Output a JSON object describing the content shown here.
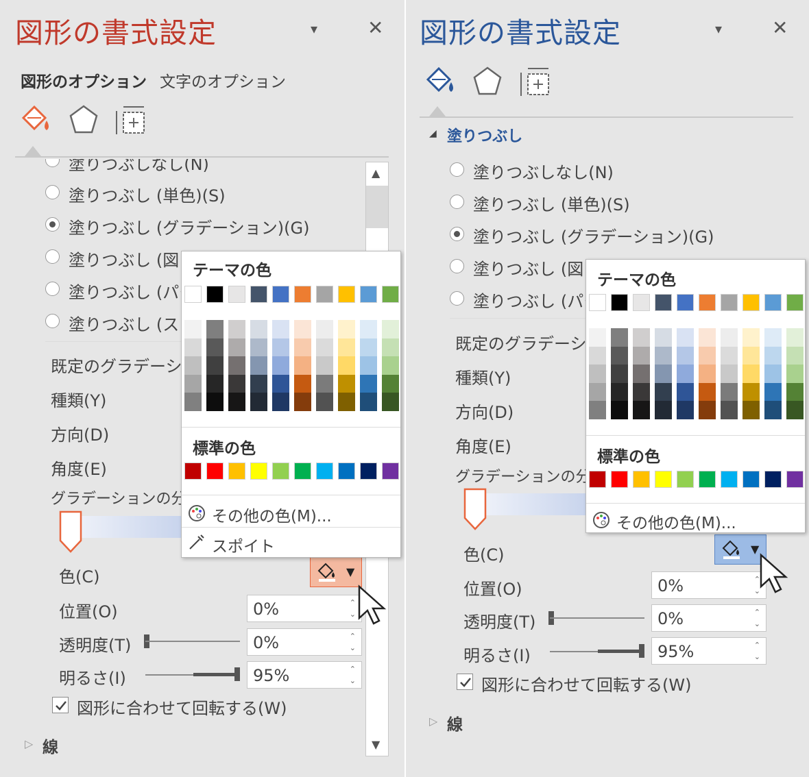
{
  "left": {
    "title": "図形の書式設定",
    "tab_shape": "図形のオプション",
    "tab_text": "文字のオプション",
    "fill_options": [
      {
        "label": "塗りつぶしなし(N)",
        "selected": false
      },
      {
        "label": "塗りつぶし (単色)(S)",
        "selected": false
      },
      {
        "label": "塗りつぶし (グラデーション)(G)",
        "selected": true
      },
      {
        "label": "塗りつぶし (図ま",
        "selected": false
      },
      {
        "label": "塗りつぶし (パタ-",
        "selected": false
      },
      {
        "label": "塗りつぶし (スライ",
        "selected": false
      }
    ],
    "preset_label": "既定のグラデーション",
    "type_label": "種類(Y)",
    "direction_label": "方向(D)",
    "angle_label": "角度(E)",
    "stops_label": "グラデーションの分岐",
    "color_label": "色(C)",
    "position_label": "位置(O)",
    "position_value": "0%",
    "transparency_label": "透明度(T)",
    "transparency_value": "0%",
    "brightness_label": "明るさ(I)",
    "brightness_value": "95%",
    "rotate_label": "図形に合わせて回転する(W)",
    "line_label": "線",
    "popup": {
      "theme_header": "テーマの色",
      "standard_header": "標準の色",
      "more_colors": "その他の色(M)...",
      "eyedropper": "スポイト"
    }
  },
  "right": {
    "title": "図形の書式設定",
    "section_fill": "塗りつぶし",
    "fill_options": [
      {
        "label": "塗りつぶしなし(N)",
        "selected": false
      },
      {
        "label": "塗りつぶし (単色)(S)",
        "selected": false
      },
      {
        "label": "塗りつぶし (グラデーション)(G)",
        "selected": true
      },
      {
        "label": "塗りつぶし (図ま",
        "selected": false
      },
      {
        "label": "塗りつぶし (パタ-",
        "selected": false
      }
    ],
    "preset_label": "既定のグラデーション",
    "type_label": "種類(Y)",
    "direction_label": "方向(D)",
    "angle_label": "角度(E)",
    "stops_label": "グラデーションの分岐",
    "color_label": "色(C)",
    "position_label": "位置(O)",
    "position_value": "0%",
    "transparency_label": "透明度(T)",
    "transparency_value": "0%",
    "brightness_label": "明るさ(I)",
    "brightness_value": "95%",
    "rotate_label": "図形に合わせて回転する(W)",
    "line_label": "線",
    "popup": {
      "theme_header": "テーマの色",
      "standard_header": "標準の色",
      "more_colors": "その他の色(M)..."
    }
  },
  "colors": {
    "left_title": "#c0392b",
    "right_title": "#2b579a",
    "theme_top": [
      "#ffffff",
      "#000000",
      "#e7e6e6",
      "#44546a",
      "#4472c4",
      "#ed7d31",
      "#a5a5a5",
      "#ffc000",
      "#5b9bd5",
      "#70ad47"
    ],
    "theme_shades": [
      [
        "#f2f2f2",
        "#d9d9d9",
        "#bfbfbf",
        "#a6a6a6",
        "#808080"
      ],
      [
        "#7f7f7f",
        "#595959",
        "#404040",
        "#262626",
        "#0d0d0d"
      ],
      [
        "#d0cece",
        "#aeabab",
        "#757070",
        "#3a3838",
        "#171616"
      ],
      [
        "#d6dce4",
        "#adb9ca",
        "#8496b0",
        "#323f4f",
        "#222a35"
      ],
      [
        "#d9e2f3",
        "#b4c7e7",
        "#8faadc",
        "#2f5597",
        "#1f3864"
      ],
      [
        "#fbe5d6",
        "#f8cbad",
        "#f4b183",
        "#c55a11",
        "#843c0c"
      ],
      [
        "#ededed",
        "#dbdbdb",
        "#c9c9c9",
        "#7b7b7b",
        "#525252"
      ],
      [
        "#fff2cc",
        "#ffe699",
        "#ffd966",
        "#bf9000",
        "#7f6000"
      ],
      [
        "#deebf7",
        "#bdd7ee",
        "#9dc3e6",
        "#2e75b6",
        "#1f4e79"
      ],
      [
        "#e2f0d9",
        "#c5e0b4",
        "#a9d18e",
        "#548235",
        "#385723"
      ]
    ],
    "standard": [
      "#c00000",
      "#ff0000",
      "#ffc000",
      "#ffff00",
      "#92d050",
      "#00b050",
      "#00b0f0",
      "#0070c0",
      "#002060",
      "#7030a0"
    ],
    "left_color_button": "#f4b9a0",
    "right_color_button": "#9cbbe5"
  }
}
